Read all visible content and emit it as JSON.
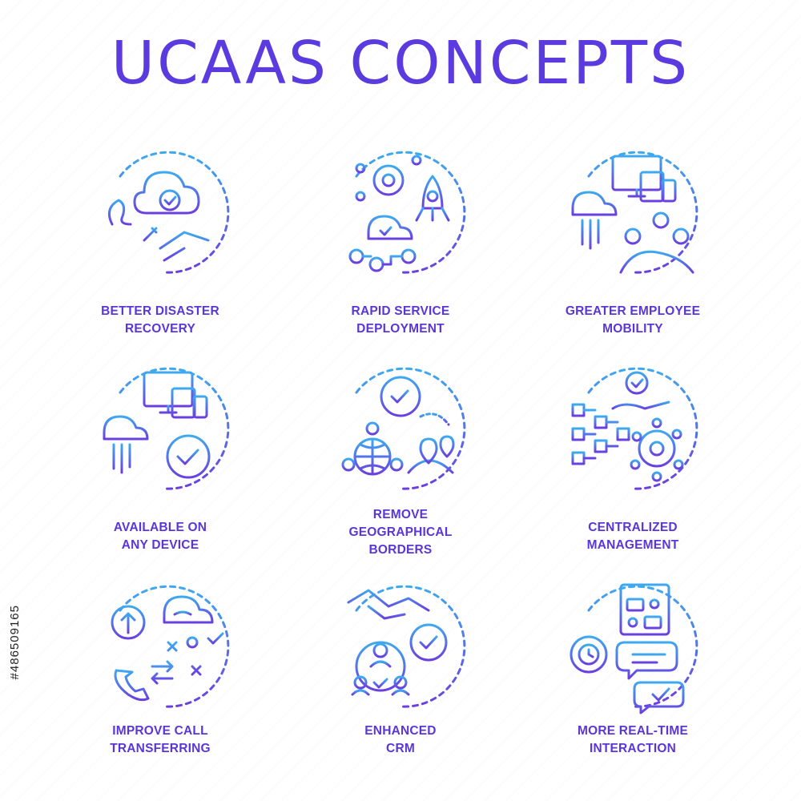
{
  "title": "UCAAS CONCEPTS",
  "side_id": "#486509165",
  "colors": {
    "title": "#5b3be0",
    "label": "#5a36d8",
    "gradient_top": "#3ea9f0",
    "gradient_bottom": "#6a3fe0"
  },
  "concepts": [
    {
      "id": "disaster",
      "icon": "cloud-gear-handshake-icon",
      "lines": [
        "BETTER DISASTER",
        "RECOVERY"
      ]
    },
    {
      "id": "rapid",
      "icon": "gear-cloud-rocket-icon",
      "lines": [
        "RAPID SERVICE",
        "DEPLOYMENT"
      ]
    },
    {
      "id": "mobility",
      "icon": "devices-cloud-globe-icon",
      "lines": [
        "GREATER EMPLOYEE",
        "MOBILITY"
      ]
    },
    {
      "id": "device",
      "icon": "devices-cloud-check-icon",
      "lines": [
        "AVAILABLE ON",
        "ANY DEVICE"
      ]
    },
    {
      "id": "borders",
      "icon": "gear-globe-map-pin-icon",
      "lines": [
        "REMOVE",
        "GEOGRAPHICAL",
        "BORDERS"
      ]
    },
    {
      "id": "central",
      "icon": "hand-network-gear-icon",
      "lines": [
        "CENTRALIZED",
        "MANAGEMENT"
      ]
    },
    {
      "id": "calls",
      "icon": "phone-transfer-cloud-icon",
      "lines": [
        "IMPROVE CALL",
        "TRANSFERRING"
      ]
    },
    {
      "id": "crm",
      "icon": "handshake-gear-team-icon",
      "lines": [
        "ENHANCED",
        "CRM"
      ]
    },
    {
      "id": "realtime",
      "icon": "chat-clock-bubbles-icon",
      "lines": [
        "MORE REAL-TIME",
        "INTERACTION"
      ]
    }
  ]
}
